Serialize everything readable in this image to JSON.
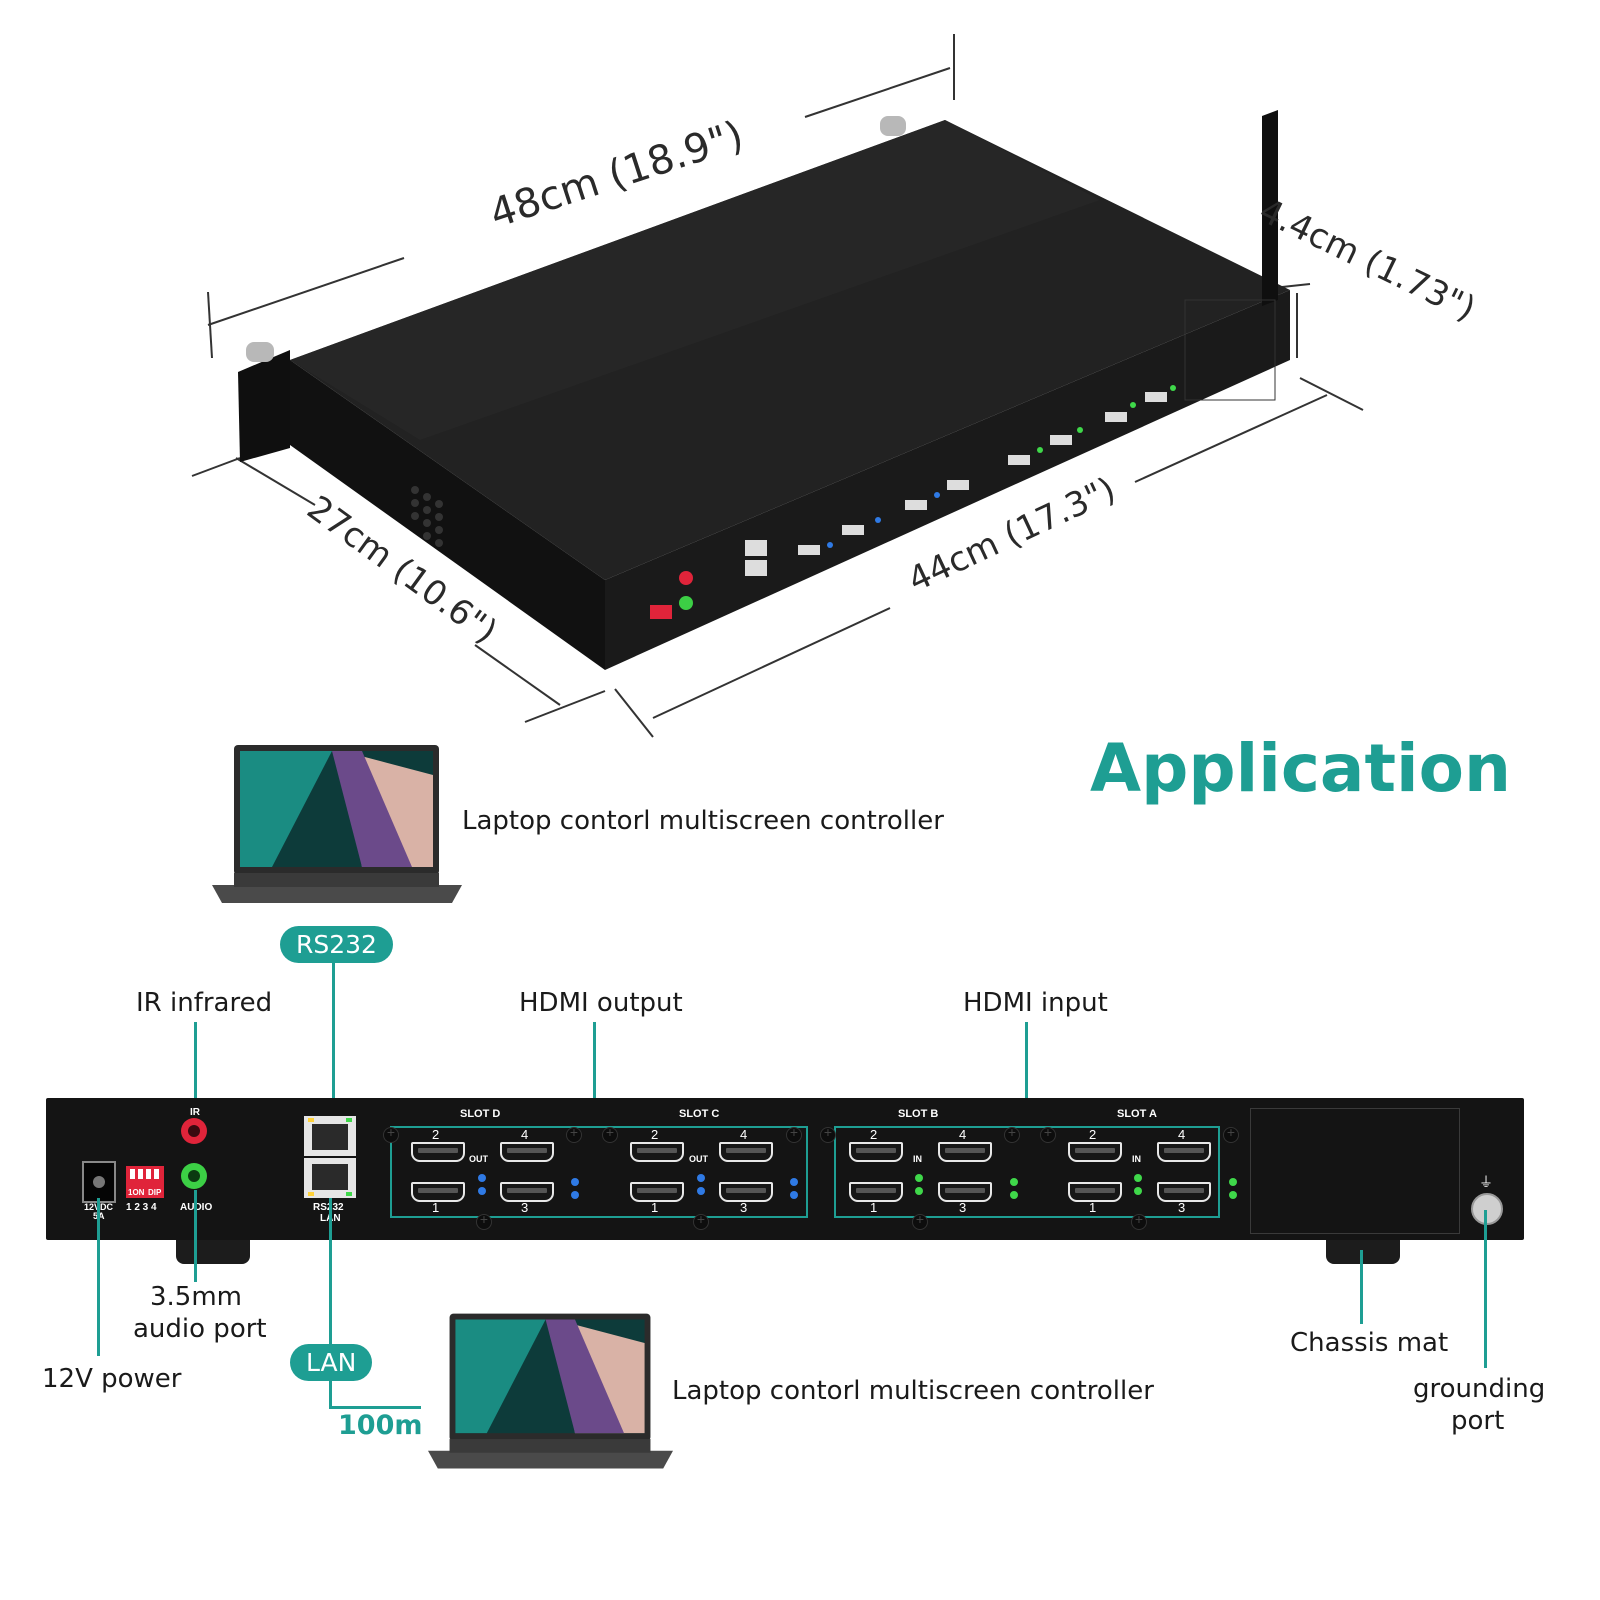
{
  "dimensions": {
    "length": "48cm (18.9\")",
    "height": "4.4cm (1.73\")",
    "depth": "27cm (10.6\")",
    "width": "44cm (17.3\")"
  },
  "section_title": "Application",
  "laptop_top_caption": "Laptop contorl multiscreen controller",
  "laptop_bottom_caption": "Laptop contorl multiscreen controller",
  "pills": {
    "rs232": "RS232",
    "lan": "LAN"
  },
  "distance": "100m",
  "callouts": {
    "ir": "IR infrared",
    "hdmi_output": "HDMI output",
    "hdmi_input": "HDMI input",
    "audio": [
      "3.5mm",
      "audio port"
    ],
    "power": "12V power",
    "chassis": "Chassis mat",
    "ground": [
      "grounding",
      "port"
    ]
  },
  "panel": {
    "power_label": [
      "12VDC",
      "5A"
    ],
    "dip_label": [
      "1ON",
      "DIP"
    ],
    "dip_numbers": "1 2 3 4",
    "ir_label": "IR",
    "audio_label": "AUDIO",
    "lan_label": [
      "RS232",
      "LAN"
    ],
    "slots": [
      "SLOT D",
      "SLOT C",
      "SLOT B",
      "SLOT A"
    ],
    "out_label": "OUT",
    "in_label": "IN",
    "port_numbers": [
      "1",
      "2",
      "3",
      "4"
    ],
    "ground_symbol": "⏚"
  },
  "colors": {
    "accent": "#1e9e93",
    "chassis": "#141414",
    "led_blue": "#2f7ae5",
    "led_green": "#3fd84a",
    "ir_red": "#e0243a",
    "audio_green": "#3ccf45"
  },
  "icons": [
    "laptop-icon",
    "rj45-port-icon",
    "hdmi-port-icon",
    "ground-icon"
  ]
}
